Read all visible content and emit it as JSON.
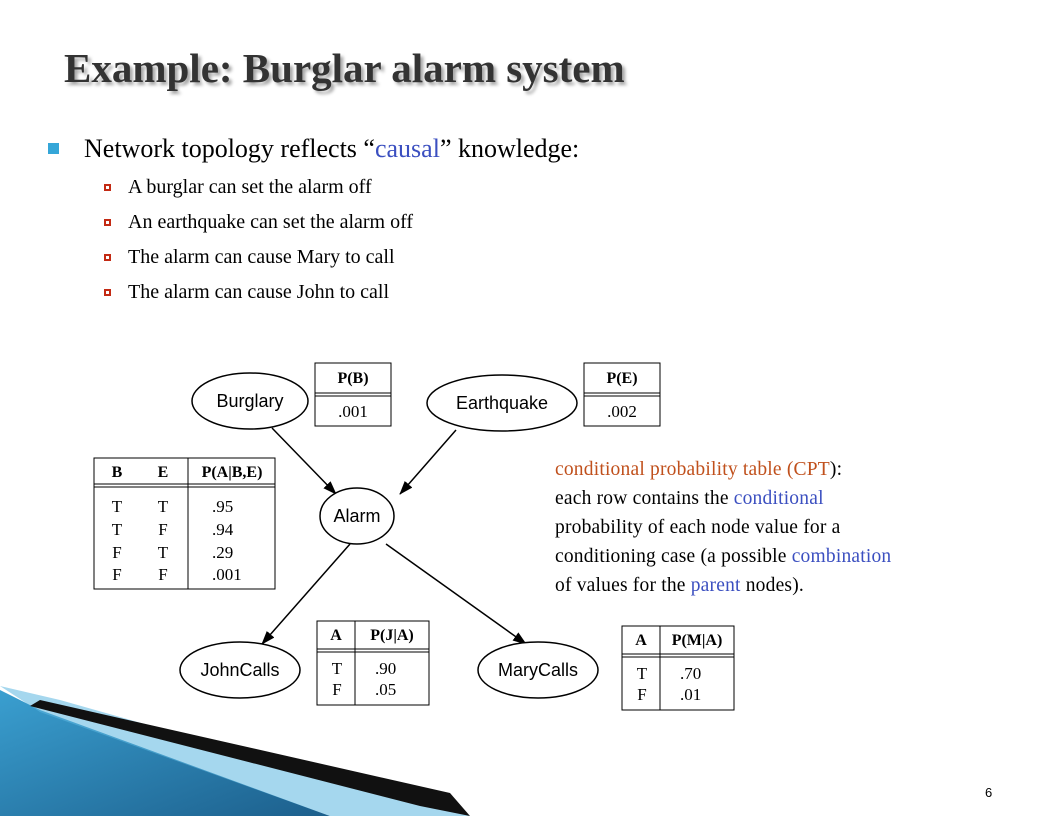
{
  "title": "Example: Burglar alarm system",
  "main_bullet": {
    "prefix": "Network topology reflects “",
    "highlight": "causal",
    "suffix": "” knowledge:"
  },
  "sub_bullets": [
    "A burglar can set the alarm off",
    "An earthquake can set the alarm off",
    "The alarm can cause Mary to call",
    "The alarm can cause John to call"
  ],
  "nodes": {
    "burglary": "Burglary",
    "earthquake": "Earthquake",
    "alarm": "Alarm",
    "johncalls": "JohnCalls",
    "marycalls": "MaryCalls"
  },
  "tables": {
    "pb": {
      "header": "P(B)",
      "value": ".001"
    },
    "pe": {
      "header": "P(E)",
      "value": ".002"
    },
    "alarm": {
      "headers": [
        "B",
        "E",
        "P(A|B,E)"
      ],
      "rows": [
        [
          "T",
          "T",
          ".95"
        ],
        [
          "T",
          "F",
          ".94"
        ],
        [
          "F",
          "T",
          ".29"
        ],
        [
          "F",
          "F",
          ".001"
        ]
      ]
    },
    "john": {
      "headers": [
        "A",
        "P(J|A)"
      ],
      "rows": [
        [
          "T",
          ".90"
        ],
        [
          "F",
          ".05"
        ]
      ]
    },
    "mary": {
      "headers": [
        "A",
        "P(M|A)"
      ],
      "rows": [
        [
          "T",
          ".70"
        ],
        [
          "F",
          ".01"
        ]
      ]
    }
  },
  "cpt_text": {
    "l1a": "conditional probability table (",
    "l1b": "CPT",
    "l1c": "):",
    "l2a": "each row contains the ",
    "l2b": "conditional",
    "l3": "probability of each node value for a",
    "l4a": "conditioning case (a possible ",
    "l4b": "combination",
    "l5a": "of values for the ",
    "l5b": "parent",
    "l5c": " nodes)."
  },
  "page_number": "6",
  "colors": {
    "bullet": "#35a6d8",
    "accent_blue": "#3b4fc0",
    "accent_orange": "#c0501c",
    "sub_bullet_box": "#c32a14",
    "decor_blue": "#1f6d96"
  }
}
